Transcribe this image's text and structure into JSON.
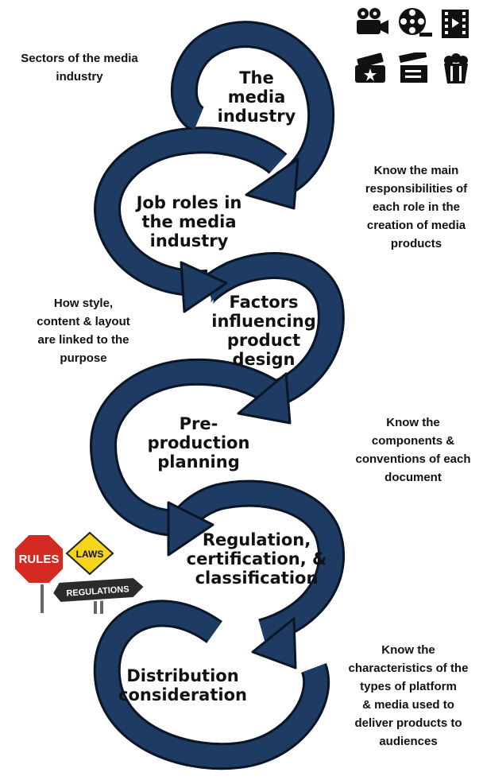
{
  "stages": [
    {
      "title_lines": [
        "The",
        "media",
        "industry"
      ]
    },
    {
      "title_lines": [
        "Job roles in",
        "the media",
        "industry"
      ]
    },
    {
      "title_lines": [
        "Factors",
        "influencing",
        "product",
        "design"
      ]
    },
    {
      "title_lines": [
        "Pre-",
        "production",
        "planning"
      ]
    },
    {
      "title_lines": [
        "Regulation,",
        "certification, &",
        "classification"
      ]
    },
    {
      "title_lines": [
        "Distribution",
        "consideration"
      ]
    }
  ],
  "notes": [
    {
      "lines": [
        "Sectors of the media",
        "industry"
      ]
    },
    {
      "lines": [
        "Know the main",
        "responsibilities of",
        "each role in the",
        "creation of media",
        "products"
      ]
    },
    {
      "lines": [
        "How style,",
        "content & layout",
        "are linked to the",
        "purpose"
      ]
    },
    {
      "lines": [
        "Know the",
        "components &",
        "conventions of each",
        "document"
      ]
    },
    {
      "lines": [
        "Know the",
        "characteristics of the",
        "types of platform",
        "& media used to",
        "deliver products to",
        "audiences"
      ]
    }
  ],
  "signs": {
    "rules": "RULES",
    "laws": "LAWS",
    "regulations": "REGULATIONS"
  },
  "media_icons": [
    "video-camera-icon",
    "film-reel-icon",
    "film-strip-icon",
    "cinema-ticket-icon",
    "clapperboard-icon",
    "popcorn-icon"
  ],
  "colors": {
    "arrow_fill": "#1d3b63",
    "arrow_edge": "#0a1526",
    "sign_red": "#d42a22",
    "sign_yellow": "#f4d41c",
    "sign_dark": "#2b2b2b"
  }
}
